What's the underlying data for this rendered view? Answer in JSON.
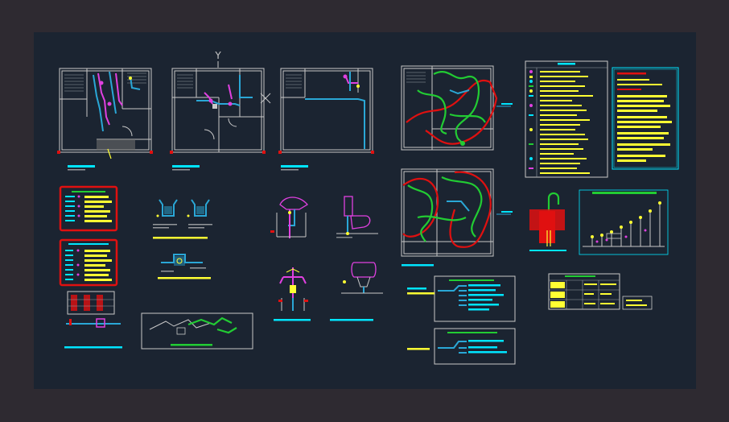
{
  "sheet": {
    "background": "#1b2431",
    "outer_background": "#2e2a31",
    "colors": {
      "wall": "#c8c8c8",
      "water_cold": "#2aa7d6",
      "water_hot": "#e040e0",
      "gas": "#ffff33",
      "drain": "#22cc33",
      "zone": "#e01010",
      "title_bar": "#00e5ff"
    }
  },
  "north_marker": {
    "letter": "Y"
  },
  "floor_plans": [
    {
      "name": "plan-1st-floor-plumbing"
    },
    {
      "name": "plan-2nd-floor-plumbing"
    },
    {
      "name": "plan-roof-plumbing"
    },
    {
      "name": "plan-1st-floor-drainage"
    },
    {
      "name": "plan-2nd-floor-drainage"
    }
  ],
  "detail_groups": [
    {
      "name": "legend-tables"
    },
    {
      "name": "valve-details"
    },
    {
      "name": "fixture-details"
    },
    {
      "name": "riser-diagram"
    },
    {
      "name": "isometric-diagrams"
    },
    {
      "name": "summary-table"
    }
  ]
}
